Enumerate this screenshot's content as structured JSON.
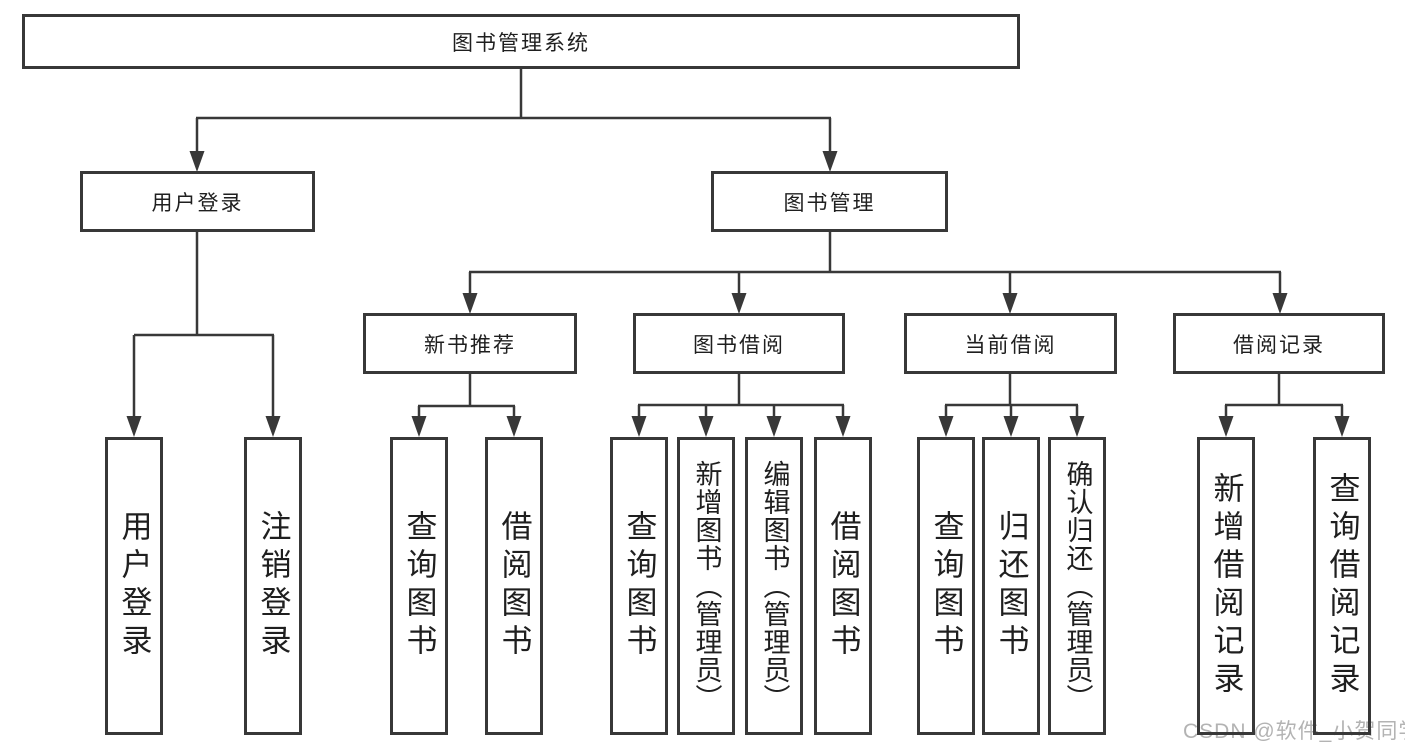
{
  "diagram_title": "图书管理系统",
  "colors": {
    "line": "#383838",
    "box_border": "#383838",
    "text": "#1f1f1f",
    "background": "#ffffff",
    "watermark": "#b3b3b3"
  },
  "tree": {
    "label": "图书管理系统",
    "children": [
      {
        "label": "用户登录",
        "children": [
          {
            "label": "用户登录"
          },
          {
            "label": "注销登录"
          }
        ]
      },
      {
        "label": "图书管理",
        "children": [
          {
            "label": "新书推荐",
            "children": [
              {
                "label": "查询图书"
              },
              {
                "label": "借阅图书"
              }
            ]
          },
          {
            "label": "图书借阅",
            "children": [
              {
                "label": "查询图书"
              },
              {
                "label": "新增图书（管理员）"
              },
              {
                "label": "编辑图书（管理员）"
              },
              {
                "label": "借阅图书"
              }
            ]
          },
          {
            "label": "当前借阅",
            "children": [
              {
                "label": "查询图书"
              },
              {
                "label": "归还图书"
              },
              {
                "label": "确认归还（管理员）"
              }
            ]
          },
          {
            "label": "借阅记录",
            "children": [
              {
                "label": "新增借阅记录"
              },
              {
                "label": "查询借阅记录"
              }
            ]
          }
        ]
      }
    ]
  },
  "watermark": "CSDN @软件_小贺同学"
}
